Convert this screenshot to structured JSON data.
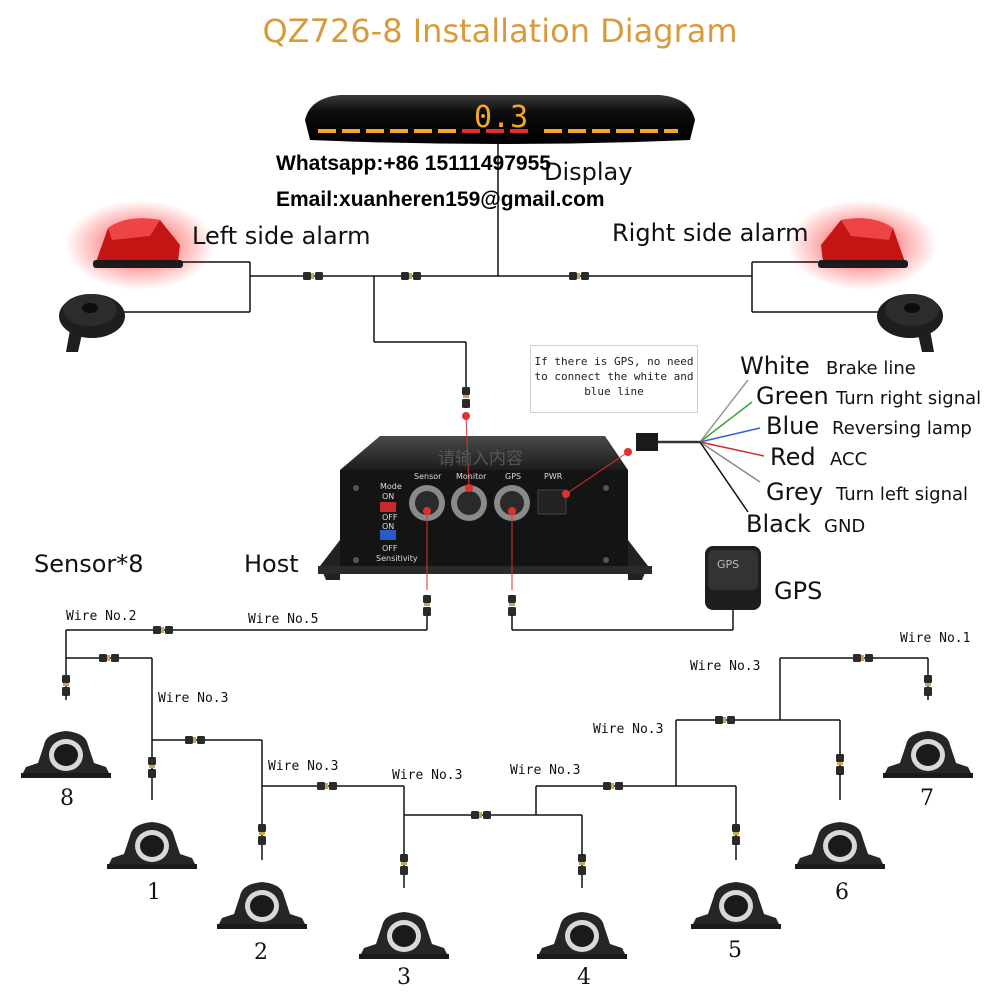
{
  "title": "QZ726-8 Installation Diagram",
  "display": {
    "readout": "0.3",
    "label": "Display"
  },
  "contact": {
    "whatsapp": "Whatsapp:+86 15111497955",
    "email": "Email:xuanheren159@gmail.com"
  },
  "alarms": {
    "left": "Left side alarm",
    "right": "Right side alarm"
  },
  "note": "If there is GPS, no need to connect the white and blue line",
  "host": {
    "label": "Host",
    "placeholder_text": "请输入内容",
    "ports": [
      "Sensor",
      "Monitor",
      "GPS",
      "PWR"
    ],
    "switch_labels": {
      "mode": "Mode",
      "on1": "ON",
      "off1": "OFF",
      "on2": "ON",
      "off2": "OFF",
      "sensitivity": "Sensitivity"
    }
  },
  "sensor_count_label": "Sensor*8",
  "gps": {
    "label": "GPS",
    "badge": "GPS"
  },
  "wires": [
    {
      "color_name": "White",
      "function": "Brake line",
      "color": "#ffffff"
    },
    {
      "color_name": "Green",
      "function": "Turn right signal",
      "color": "#3aa43a"
    },
    {
      "color_name": "Blue",
      "function": "Reversing lamp",
      "color": "#3a5fd0"
    },
    {
      "color_name": "Red",
      "function": "ACC",
      "color": "#d02a2a"
    },
    {
      "color_name": "Grey",
      "function": "Turn left signal",
      "color": "#8a8a8a"
    },
    {
      "color_name": "Black",
      "function": "GND",
      "color": "#111111"
    }
  ],
  "wire_labels": {
    "w2": "Wire No.2",
    "w5": "Wire No.5",
    "w3a": "Wire No.3",
    "w3b": "Wire No.3",
    "w3c": "Wire No.3",
    "w3d": "Wire No.3",
    "w3e": "Wire No.3",
    "w3f": "Wire No.3",
    "w1": "Wire No.1"
  },
  "sensors": [
    "1",
    "2",
    "3",
    "4",
    "5",
    "6",
    "7",
    "8"
  ],
  "colors": {
    "title": "#d99a3a",
    "display_digits": "#f5a623",
    "alarm_red": "#e01818",
    "point_red": "#e03030"
  }
}
